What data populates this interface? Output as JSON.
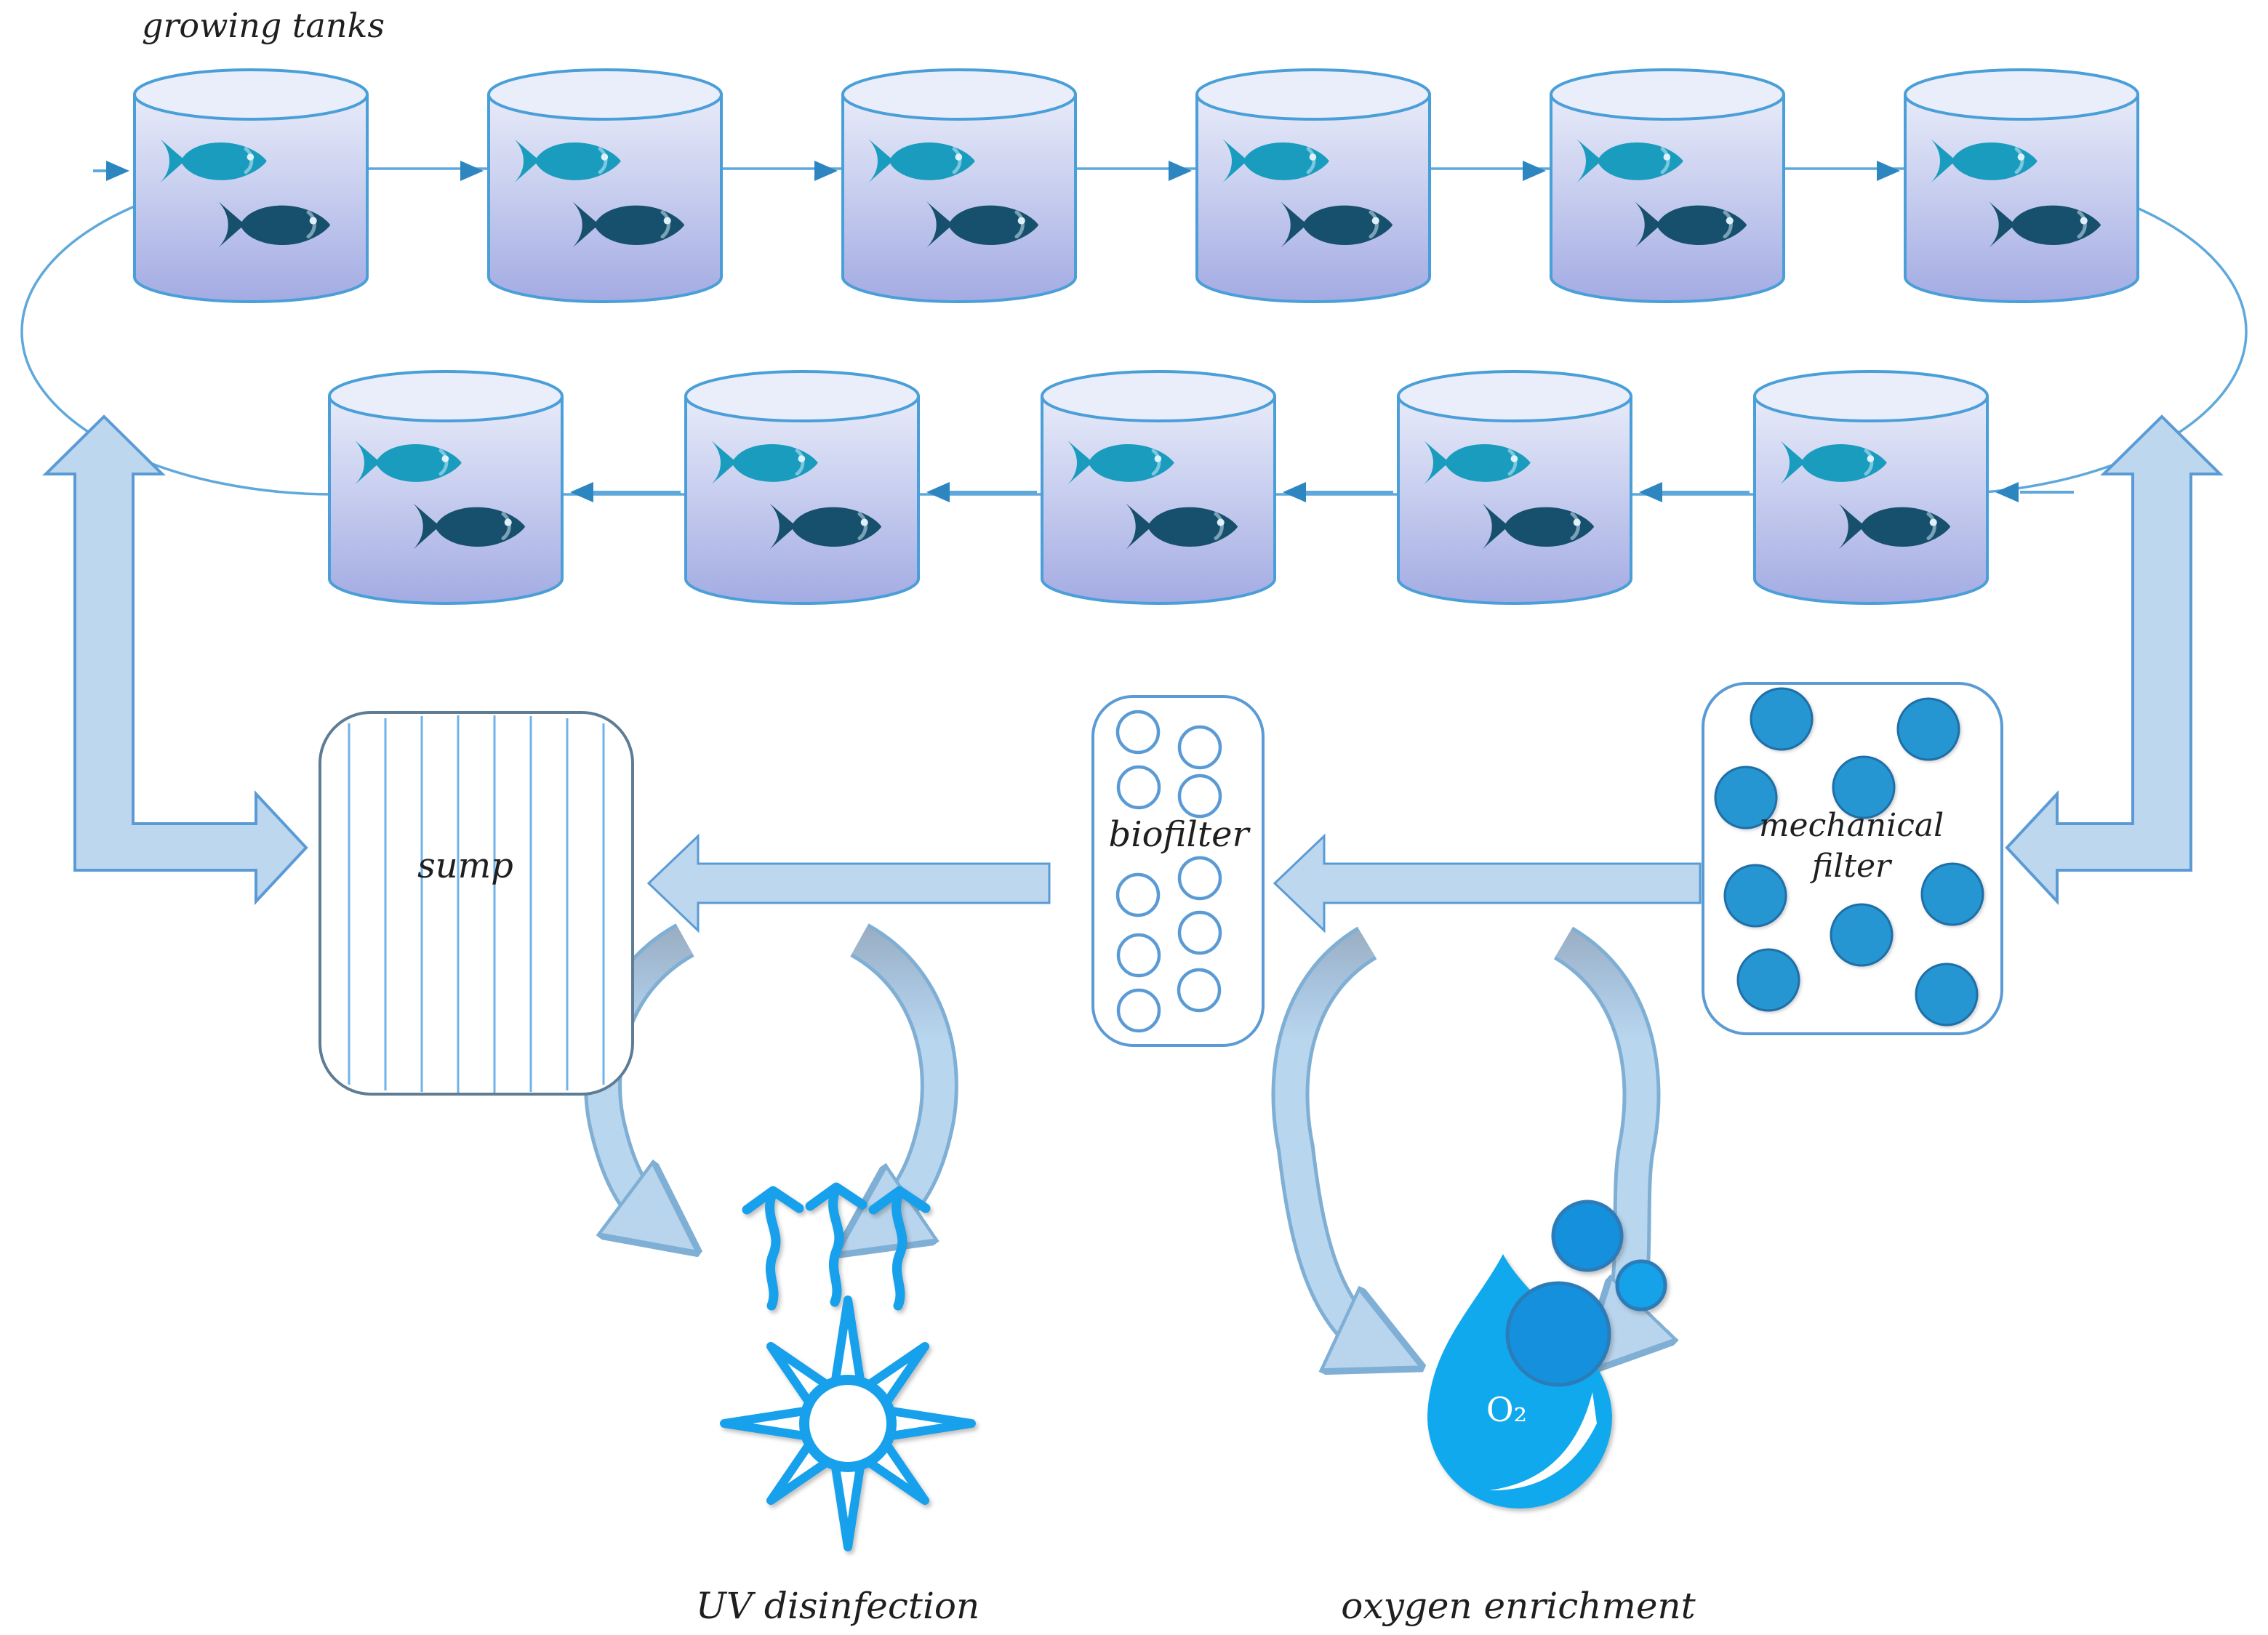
{
  "labels": {
    "growing_tanks": "growing tanks",
    "sump": "sump",
    "biofilter": "biofilter",
    "mechanical_filter_line1": "mechanical",
    "mechanical_filter_line2": "filter",
    "uv_disinfection": "UV disinfection",
    "oxygen_enrichment": "oxygen enrichment",
    "o2": "O₂"
  },
  "system": {
    "tank_count_top_row": 6,
    "tank_count_bottom_row": 5,
    "fish_per_tank": 2,
    "flow_direction_top_row": "left-to-right",
    "flow_direction_bottom_row": "right-to-left"
  },
  "colors": {
    "tank_outline": "#4A9FD8",
    "tank_fill_light": "#EAEEFB",
    "tank_fill_dark": "#A3ABE3",
    "fish_light": "#1A9CBE",
    "fish_dark": "#17506C",
    "big_arrow_fill": "#BDD7EE",
    "big_arrow_outline": "#5B9BD5",
    "loop_line": "#5FA8DC",
    "icon_blue": "#17A0EC",
    "drop_blue": "#10A9EE",
    "bubble_blue": "#1590DC",
    "mech_dot_blue": "#2596D1",
    "band_gray": "#98ACC0",
    "sump_border": "#5E7C94",
    "text": "#1F1F1F"
  }
}
